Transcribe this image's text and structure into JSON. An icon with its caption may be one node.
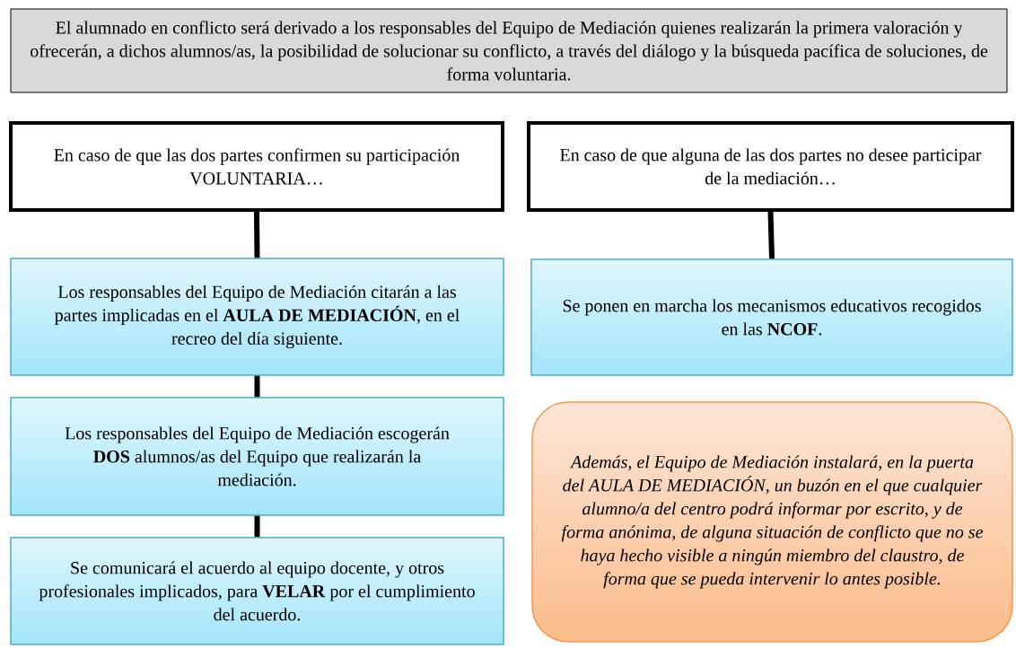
{
  "diagram": {
    "nodes": [
      {
        "text": [
          "El alumnado en conflicto será derivado a los responsables del Equipo de Mediación quienes realizarán la primera valoración y ofrecerán, a dichos alumnos/as, la posibilidad de solucionar su conflicto, a través del diálogo y la búsqueda pacífica de soluciones, de forma voluntaria."
        ]
      },
      {
        "text": [
          "En caso de que las dos partes confirmen su participación VOLUNTARIA…"
        ]
      },
      {
        "text": [
          "En caso de que alguna de las dos partes no desee participar de la mediación…"
        ]
      },
      {
        "text": [
          "Los responsables del Equipo de Mediación citarán a las partes implicadas en el **AULA DE MEDIACIÓN**, en el recreo del día siguiente."
        ]
      },
      {
        "text": [
          "Los responsables del Equipo de Mediación escogerán **DOS** alumnos/as del Equipo que realizarán la mediación."
        ]
      },
      {
        "text": [
          "Se comunicará el acuerdo al equipo docente, y otros profesionales implicados, para **VELAR** por el cumplimiento del acuerdo."
        ]
      },
      {
        "text": [
          "Se ponen en marcha los mecanismos educativos recogidos en las **NCOF**."
        ]
      },
      {
        "text": [
          "Además, el Equipo de Mediación instalará, en la puerta del AULA DE MEDIACIÓN, un buzón en el que cualquier alumno/a del centro podrá informar por escrito, y de forma anónima, de alguna situación de conflicto que no se haya hecho visible a ningún miembro del claustro, de forma que se pueda intervenir lo antes posible."
        ]
      }
    ],
    "edges": [
      {
        "from": 1,
        "to": 3,
        "arrow": "none"
      },
      {
        "from": 3,
        "to": 4,
        "arrow": "none"
      },
      {
        "from": 4,
        "to": 5,
        "arrow": "none"
      },
      {
        "from": 2,
        "to": 6,
        "arrow": "none"
      }
    ]
  }
}
